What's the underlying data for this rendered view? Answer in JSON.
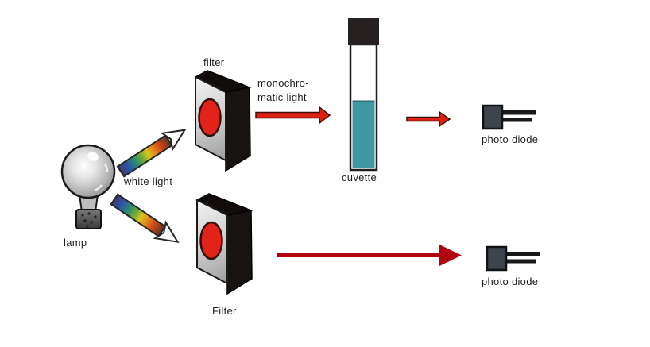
{
  "labels": {
    "lamp": "lamp",
    "white_light": "white light",
    "filter_top": "filter",
    "filter_bottom": "Filter",
    "monochromatic_light_line1": "monochro-",
    "monochromatic_light_line2": "matic light",
    "cuvette": "cuvette",
    "photo_diode_top": "photo diode",
    "photo_diode_bottom": "photo diode"
  },
  "colors": {
    "background": "#ffffff",
    "label_text": "#1f1f1f",
    "monochromatic_arrow_red": "#dd2012",
    "reference_arrow_dark_red": "#b00511",
    "filter_aperture_red": "#e3231a",
    "cuvette_liquid_teal": "#3f98a2",
    "photo_diode_body": "#3e444b",
    "rainbow_spectrum": [
      "#473569",
      "#2c57a7",
      "#2f9067",
      "#7fae2c",
      "#d7c51b",
      "#e2891b",
      "#cf4617",
      "#5e342c"
    ]
  }
}
